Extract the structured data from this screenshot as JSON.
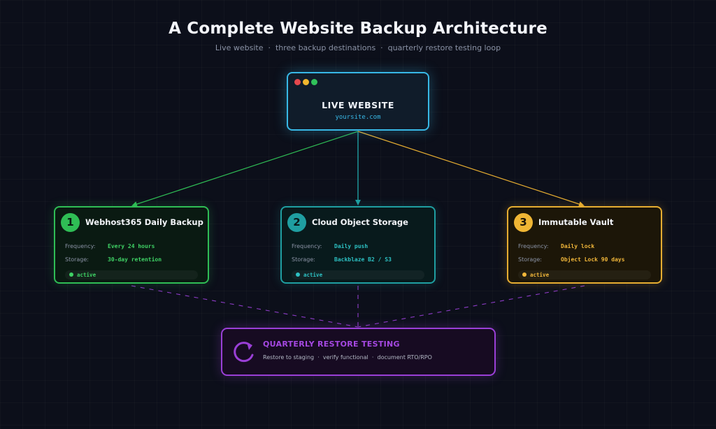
{
  "header": {
    "title": "A Complete Website Backup Architecture",
    "subtitle": "Live website  ·  three backup destinations  ·  quarterly restore testing loop"
  },
  "live_site": {
    "name": "LIVE WEBSITE",
    "url": "yoursite.com"
  },
  "destinations": [
    {
      "number": "1",
      "title": "Webhost365 Daily Backup",
      "frequency_label": "Frequency:",
      "frequency": "Every 24 hours",
      "storage_label": "Storage:",
      "storage": "30-day retention",
      "status": "active",
      "color": "#2fbd55"
    },
    {
      "number": "2",
      "title": "Cloud Object Storage",
      "frequency_label": "Frequency:",
      "frequency": "Daily push",
      "storage_label": "Storage:",
      "storage": "Backblaze B2 / S3",
      "status": "active",
      "color": "#1f9ea1"
    },
    {
      "number": "3",
      "title": "Immutable Vault",
      "frequency_label": "Frequency:",
      "frequency": "Daily lock",
      "storage_label": "Storage:",
      "storage": "Object Lock 90 days",
      "status": "active",
      "color": "#e6ad31"
    }
  ],
  "restore_testing": {
    "title": "QUARTERLY RESTORE TESTING",
    "description": "Restore to staging  ·  verify functional  ·  document RTO/RPO",
    "icon": "refresh-cycle-icon",
    "color": "#9a3fd6"
  }
}
